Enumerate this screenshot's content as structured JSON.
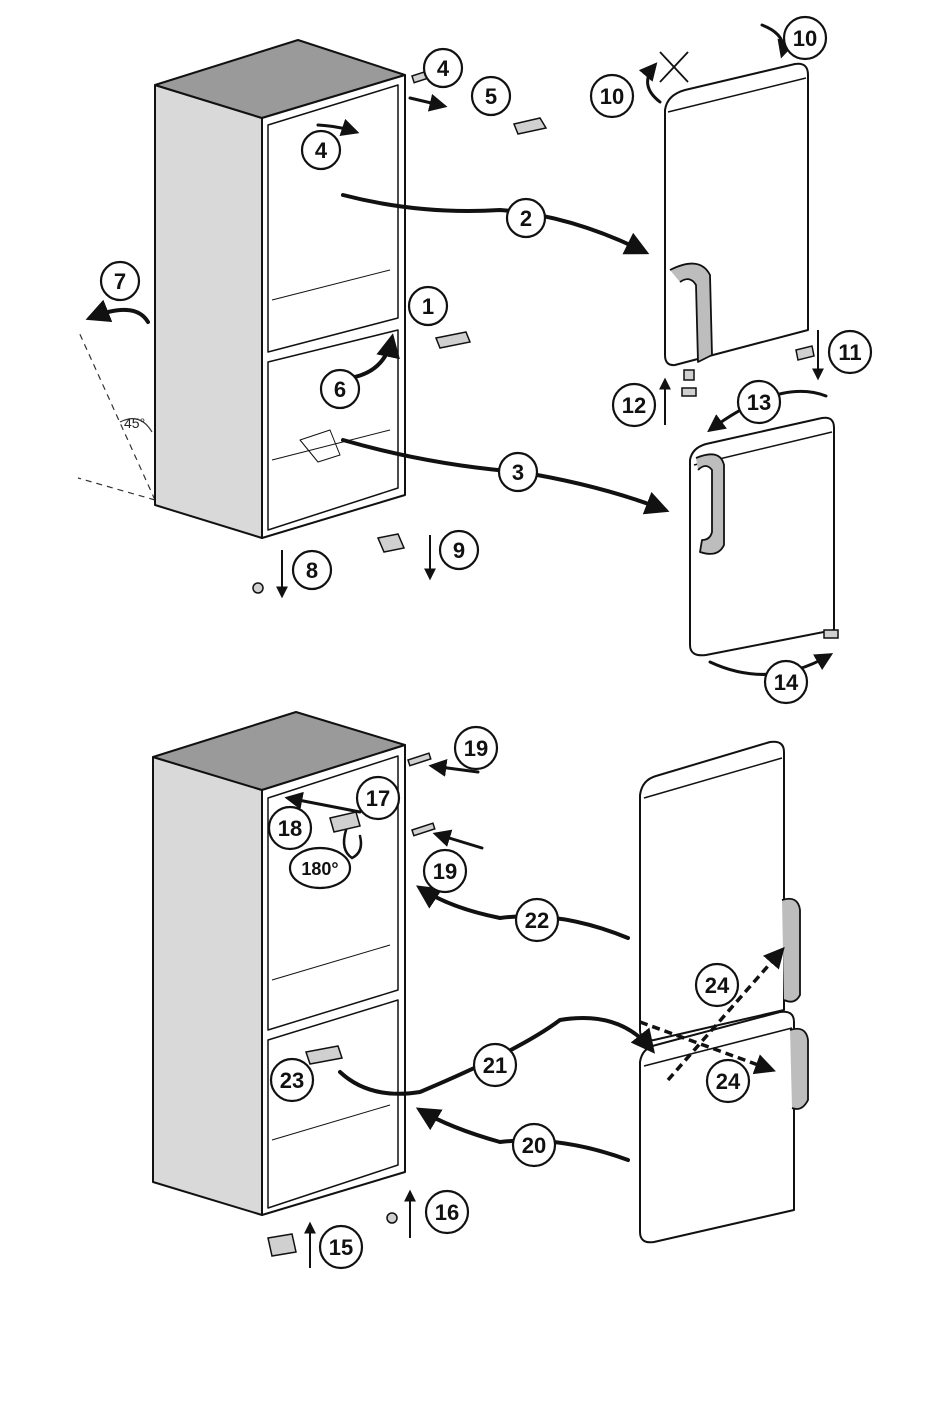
{
  "upper_panel": {
    "angle_label": "45°",
    "step_labels": [
      "1",
      "2",
      "3",
      "4",
      "4",
      "5",
      "6",
      "7",
      "8",
      "9",
      "10",
      "10",
      "11",
      "12",
      "13",
      "14"
    ]
  },
  "lower_panel": {
    "rotation_label": "180°",
    "step_labels": [
      "15",
      "16",
      "17",
      "18",
      "19",
      "19",
      "20",
      "21",
      "22",
      "23",
      "24",
      "24"
    ]
  },
  "colors": {
    "line": "#111111",
    "cabinet_side": "#d9d9d9",
    "cabinet_top": "#9a9a9a",
    "door": "#ffffff",
    "handle": "#bdbdbd"
  }
}
